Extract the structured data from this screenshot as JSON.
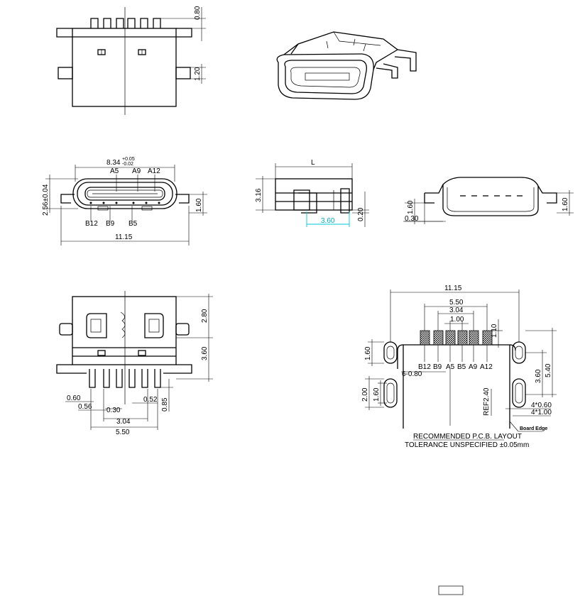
{
  "top_view": {
    "dim_pin_height": "0.80",
    "dim_peg": "1.20"
  },
  "front_view": {
    "dim_opening_width": "8.34",
    "dim_opening_tol_plus": "+0.05",
    "dim_opening_tol_minus": "-0.02",
    "dim_total_width": "11.15",
    "dim_opening_height": "2.56±0.04",
    "dim_tab_height": "1.60",
    "pin_labels_top": [
      "A5",
      "A9",
      "A12"
    ],
    "pin_labels_bottom": [
      "B12",
      "B9",
      "B5"
    ]
  },
  "side_view": {
    "dim_length": "L",
    "dim_height": "3.16",
    "dim_cyan": "3.60",
    "dim_offset": "0.20"
  },
  "rear_view": {
    "dim_tab": "1.60",
    "dim_offset": "0.30",
    "dim_right": "1.60"
  },
  "bottom_view": {
    "dim_upper": "2.80",
    "dim_lower": "3.60",
    "dim_right": "0.85",
    "dim_a": "0.60",
    "dim_b": "0.56",
    "dim_c": "0.30",
    "dim_d": "0.52",
    "dim_e": "3.04",
    "dim_f": "5.50"
  },
  "pcb_layout": {
    "dim_total": "11.15",
    "dim_550": "5.50",
    "dim_304": "3.04",
    "dim_100": "1.00",
    "dim_110": "1.10",
    "dim_160": "1.60",
    "dim_slot_count": "6-0.80",
    "dim_200": "2.00",
    "dim_160b": "1.60",
    "dim_360": "3.60",
    "dim_540": "5.40",
    "dim_ref": "REF2.40",
    "dim_hole_a": "4*0.60",
    "dim_hole_b": "4*1.00",
    "board_edge_label": "Board Edge",
    "pin_labels": [
      "B12",
      "B9",
      "A5",
      "B5",
      "A9",
      "A12"
    ],
    "title": "RECOMMENDED  P.C.B.  LAYOUT",
    "tolerance": "TOLERANCE  UNSPECIFIED  ±0.05mm"
  }
}
